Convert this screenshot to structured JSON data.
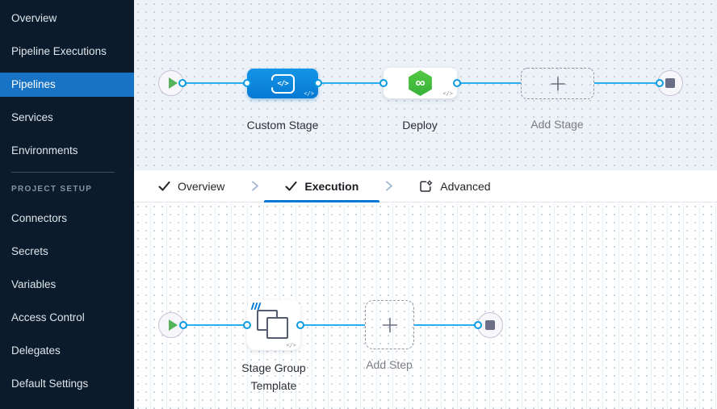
{
  "colors": {
    "sidebar_bg": "#0b1b2c",
    "sidebar_selected_bg": "#1973c5",
    "accent_blue": "#0278d5",
    "connector_blue": "#29aef3",
    "stage_box_blue": "#0d87dc",
    "deploy_green": "#42bc3d",
    "play_green": "#55b35a",
    "stop_slate": "#6a6e87",
    "canvas_tint": "#edf2f8"
  },
  "sidebar": {
    "items": [
      {
        "label": "Overview",
        "selected": false
      },
      {
        "label": "Pipeline Executions",
        "selected": false
      },
      {
        "label": "Pipelines",
        "selected": true
      },
      {
        "label": "Services",
        "selected": false
      },
      {
        "label": "Environments",
        "selected": false
      }
    ],
    "section_label": "PROJECT SETUP",
    "setup_items": [
      {
        "label": "Connectors"
      },
      {
        "label": "Secrets"
      },
      {
        "label": "Variables"
      },
      {
        "label": "Access Control"
      },
      {
        "label": "Delegates"
      },
      {
        "label": "Default Settings"
      }
    ]
  },
  "tabs": {
    "overview": "Overview",
    "execution": "Execution",
    "advanced": "Advanced"
  },
  "stage_canvas": {
    "nodes": {
      "custom": {
        "label": "Custom Stage"
      },
      "deploy": {
        "label": "Deploy"
      },
      "add": {
        "label": "Add Stage"
      }
    }
  },
  "execution_canvas": {
    "nodes": {
      "template": {
        "label_line1": "Stage Group",
        "label_line2": "Template"
      },
      "add": {
        "label": "Add Step"
      }
    }
  },
  "icons": {
    "code": "</>",
    "custom_code": "</>",
    "infinity": "∞"
  }
}
